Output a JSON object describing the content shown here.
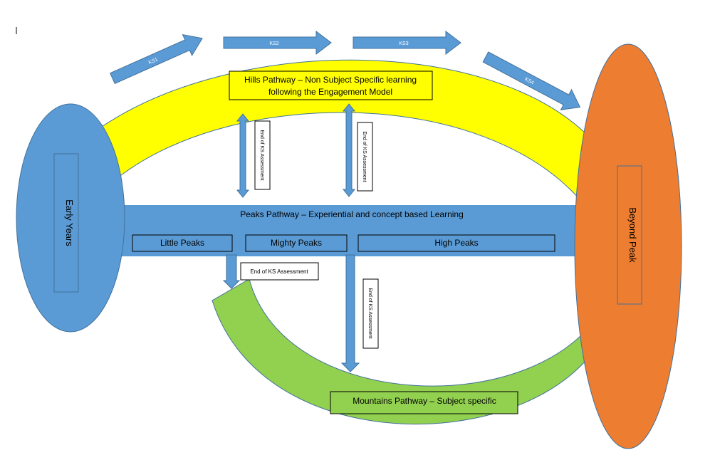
{
  "colors": {
    "blue": "#5b9bd5",
    "yellow": "#ffff00",
    "green": "#92d050",
    "orange": "#ed7d31",
    "outline": "#41719c",
    "text": "#000000",
    "white_text": "#ffffff"
  },
  "key_stages": {
    "ks1": "KS1",
    "ks2": "KS2",
    "ks3": "KS3",
    "ks4": "KS4"
  },
  "nodes": {
    "early_years": "Early Years",
    "beyond_peak": "Beyond Peak"
  },
  "pathways": {
    "hills_line1": "Hills Pathway – Non Subject Specific learning",
    "hills_line2": "following the Engagement Model",
    "peaks": "Peaks Pathway – Experiential and concept based Learning",
    "mountains": "Mountains Pathway – Subject specific"
  },
  "peaks_levels": {
    "little": "Little Peaks",
    "mighty": "Mighty Peaks",
    "high": "High Peaks"
  },
  "assessment": {
    "label": "End of KS Assessment"
  }
}
